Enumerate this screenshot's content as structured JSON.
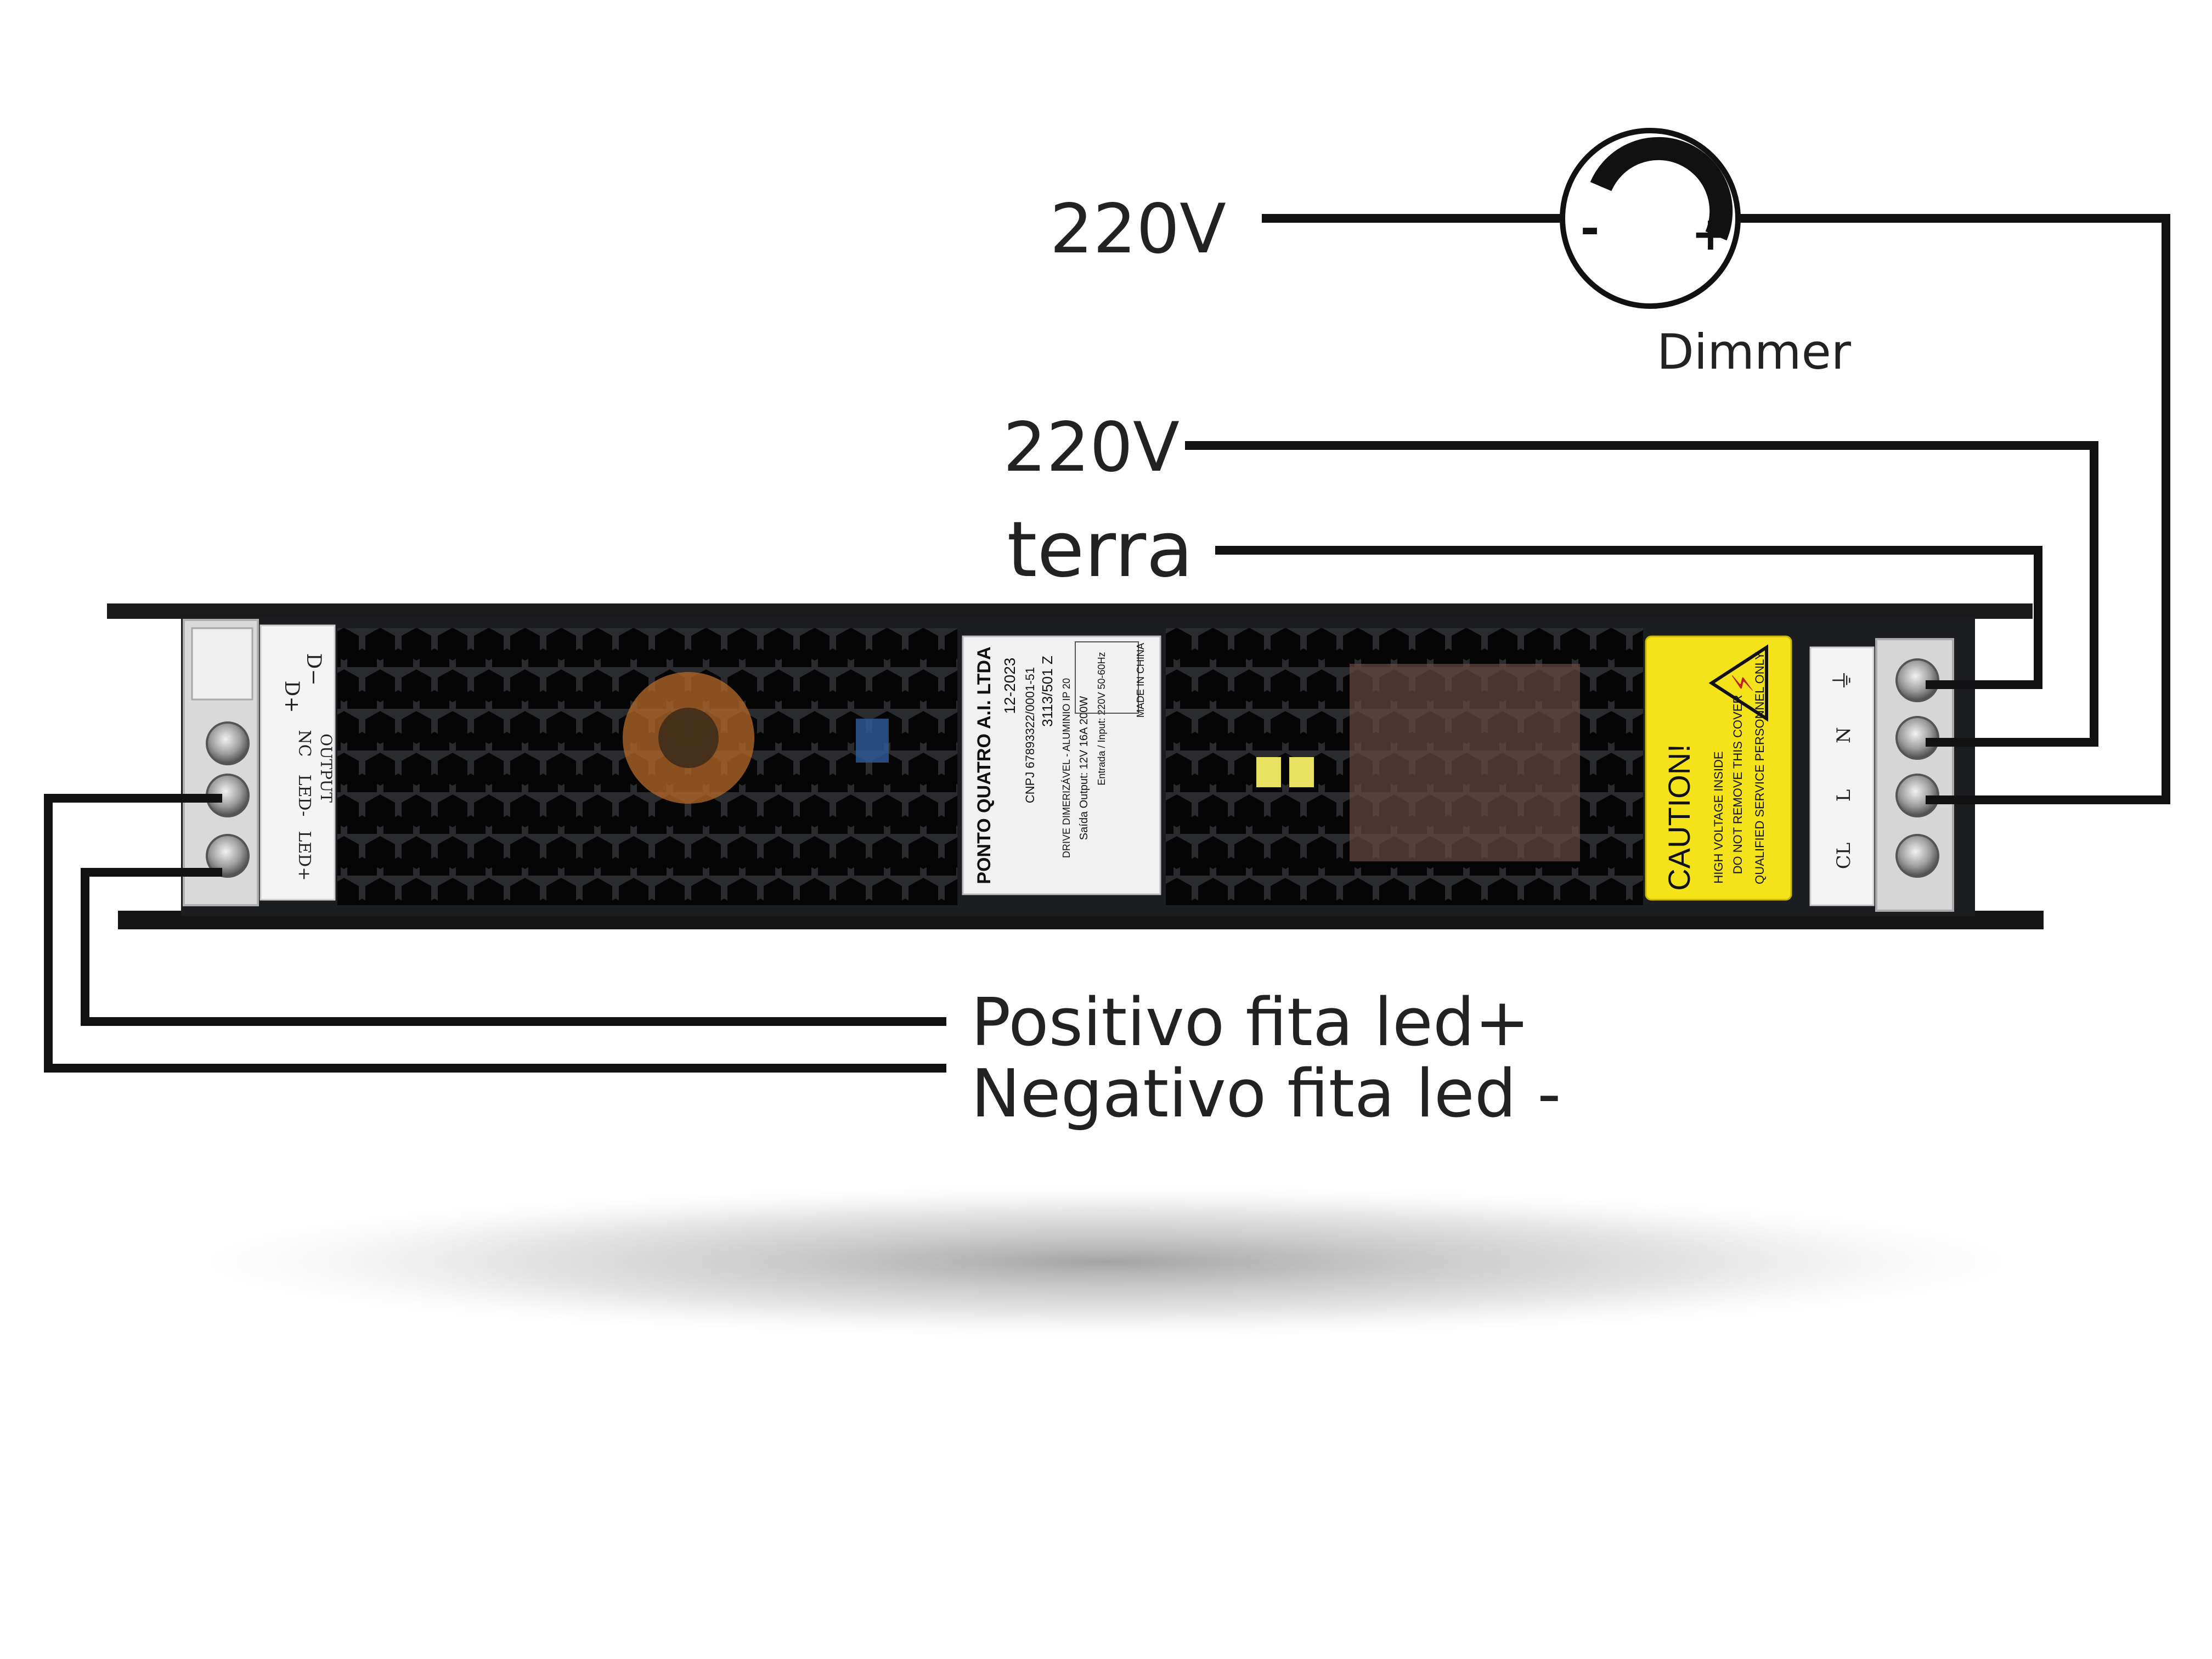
{
  "labels": {
    "dimmer_input_voltage": "220V",
    "dimmer_name": "Dimmer",
    "dimmer_minus": "-",
    "dimmer_plus": "+",
    "line_voltage": "220V",
    "earth": "terra",
    "positive_strip": "Positivo fita led+",
    "negative_strip": "Negativo fita led -"
  },
  "device": {
    "output_terminals": {
      "d_minus": "D−",
      "d_plus": "D+",
      "nc": "NC",
      "output": "OUTPUT",
      "led_minus": "LED-",
      "led_plus": "LED+"
    },
    "input_terminals": {
      "ground": "⏚",
      "n": "N",
      "l": "L",
      "cl": "CL"
    },
    "nameplate": {
      "company": "PONTO QUATRO A.I. LTDA",
      "date": "12-2023",
      "cnpj": "CNPJ 67893322/0001-51",
      "model": "3113/501 Z",
      "type": "DRIVE DIMERIZÁVEL - ALUMINIO IP 20",
      "output": "Saída Output: 12V 16A 200W",
      "input": "Entrada / Input: 220V 50-60Hz",
      "made_in": "MADE IN CHINA"
    },
    "caution": {
      "title": "CAUTION!",
      "line1": "HIGH VOLTAGE INSIDE",
      "line2": "DO NOT REMOVE THIS COVER",
      "line3": "QUALIFIED SERVICE PERSONNEL ONLY"
    }
  },
  "colors": {
    "wire": "#111111",
    "text": "#222222",
    "housing": "#1c1d20",
    "caution_yellow": "#f4e21a"
  }
}
